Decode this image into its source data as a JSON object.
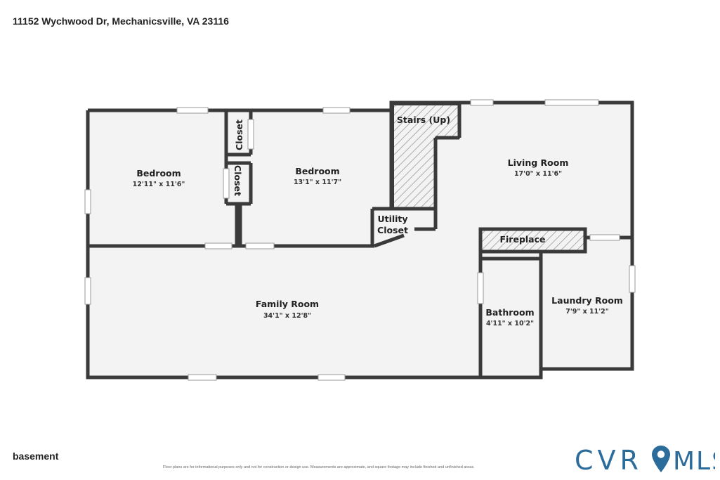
{
  "header": {
    "address": "11152 Wychwood Dr, Mechanicsville, VA 23116"
  },
  "footer": {
    "level": "basement",
    "disclaimer": "Floor plans are for informational purposes only and not for construction or design use. Measurements are approximate, and square footage may include finished and unfinished areas.",
    "logo_left": "CVR",
    "logo_right": "MLS"
  },
  "colors": {
    "wall": "#3a3a3a",
    "floor": "#f3f3f3",
    "brand": "#2c6c9b"
  },
  "rooms": {
    "bedroom_left": {
      "name": "Bedroom",
      "dims": "12'11\" x 11'6\""
    },
    "closet_top": {
      "name": "Closet"
    },
    "closet_bottom": {
      "name": "Closet"
    },
    "bedroom_mid": {
      "name": "Bedroom",
      "dims": "13'1\" x 11'7\""
    },
    "stairs": {
      "name": "Stairs (Up)"
    },
    "living": {
      "name": "Living Room",
      "dims": "17'0\" x 11'6\""
    },
    "utility": {
      "name_line1": "Utility",
      "name_line2": "Closet"
    },
    "fireplace": {
      "name": "Fireplace"
    },
    "family": {
      "name": "Family Room",
      "dims": "34'1\" x 12'8\""
    },
    "bathroom": {
      "name": "Bathroom",
      "dims": "4'11\" x 10'2\""
    },
    "laundry": {
      "name": "Laundry Room",
      "dims": "7'9\" x 11'2\""
    }
  }
}
